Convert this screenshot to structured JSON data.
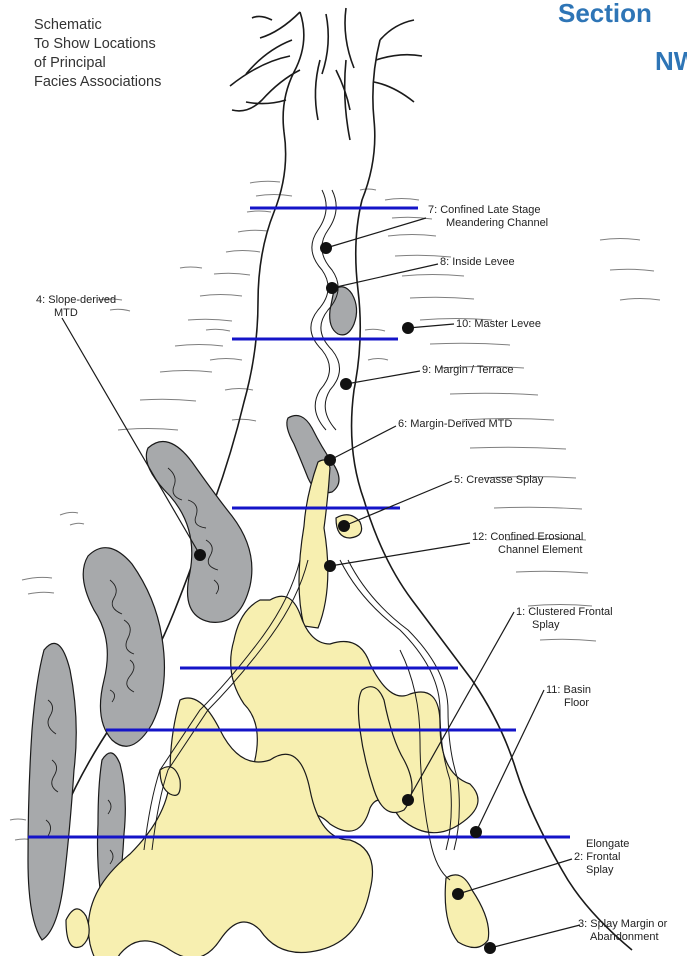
{
  "title": {
    "line1": "Section",
    "line2": "NW"
  },
  "header": {
    "line1": "Schematic",
    "line2": "To Show Locations",
    "line3": "of Principal",
    "line4": "Facies Associations"
  },
  "labels": {
    "l7a": "7: Confined Late Stage",
    "l7b": "Meandering Channel",
    "l8": "8: Inside Levee",
    "l10": "10: Master Levee",
    "l4a": "4: Slope-derived",
    "l4b": "MTD",
    "l9": "9: Margin / Terrace",
    "l6": "6: Margin-Derived MTD",
    "l5": "5: Crevasse Splay",
    "l12a": "12: Confined Erosional",
    "l12b": "Channel Element",
    "l1a": "1: Clustered Frontal",
    "l1b": "Splay",
    "l11a": "11: Basin",
    "l11b": "Floor",
    "l2a": "Elongate",
    "l2b": "2: Frontal",
    "l2c": "Splay",
    "l3a": "3: Splay Margin or",
    "l3b": "Abandonment"
  },
  "colors": {
    "section_line": "#1414c8",
    "splay_fill": "#f7efb0",
    "mtd_fill": "#a7a9ab",
    "outline": "#1a1a1a",
    "title": "#2e75b6"
  }
}
